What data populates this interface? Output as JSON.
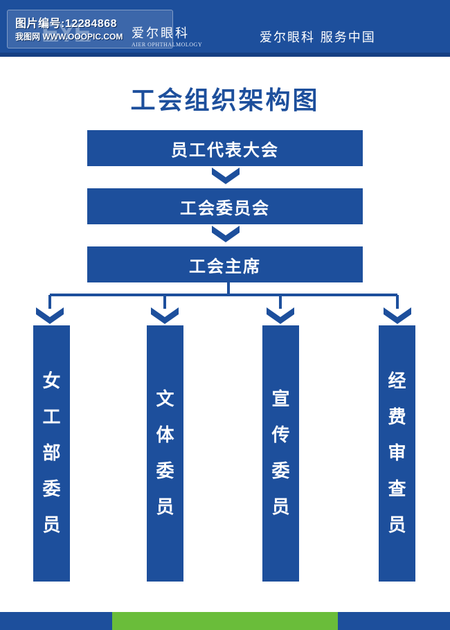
{
  "header": {
    "watermark_line1": "图片编号:12284868",
    "watermark_line2": "我图网  WWW.OOOPIC.COM",
    "brand_cn": "爱尔眼科",
    "brand_en": "AIER OPHTHALMOLOGY",
    "slogan": "爱尔眼科   服务中国"
  },
  "title": "工会组织架构图",
  "levels": [
    {
      "label": "员工代表大会"
    },
    {
      "label": "工会委员会"
    },
    {
      "label": "工会主席"
    }
  ],
  "departments": [
    {
      "label": "女工部委员",
      "chars": [
        "女",
        "工",
        "部",
        "委",
        "员"
      ]
    },
    {
      "label": "文体委员",
      "chars": [
        "文",
        "体",
        "委",
        "员"
      ]
    },
    {
      "label": "宣传委员",
      "chars": [
        "宣",
        "传",
        "委",
        "员"
      ]
    },
    {
      "label": "经费审查员",
      "chars": [
        "经",
        "费",
        "审",
        "查",
        "员"
      ]
    }
  ],
  "colors": {
    "primary": "#1d4f9c",
    "accent_green": "#6abd3a",
    "background": "#ffffff"
  }
}
